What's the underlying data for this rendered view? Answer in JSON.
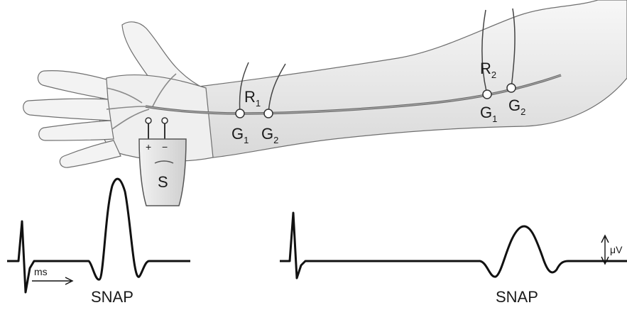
{
  "diagram": {
    "stimulator": {
      "label": "S",
      "plus": "+",
      "minus": "−"
    },
    "recording_sites": [
      {
        "label": "R",
        "sub": "1",
        "g1": "G",
        "g1_sub": "1",
        "g2": "G",
        "g2_sub": "2"
      },
      {
        "label": "R",
        "sub": "2",
        "g1": "G",
        "g1_sub": "1",
        "g2": "G",
        "g2_sub": "2"
      }
    ],
    "traces": [
      {
        "name": "SNAP",
        "time_label": "ms"
      },
      {
        "name": "SNAP",
        "amplitude_label": "μV"
      }
    ]
  }
}
